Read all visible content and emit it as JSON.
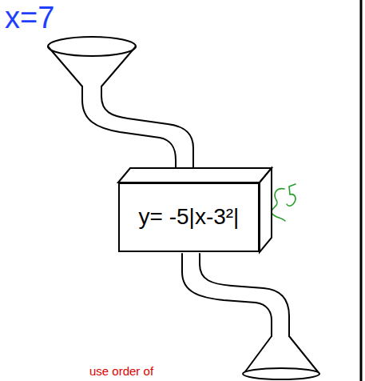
{
  "diagram": {
    "nodes": [
      {
        "text": [
          "y= -5|x-3²|"
        ]
      }
    ],
    "labels": [
      "x=7",
      "use order of"
    ]
  }
}
